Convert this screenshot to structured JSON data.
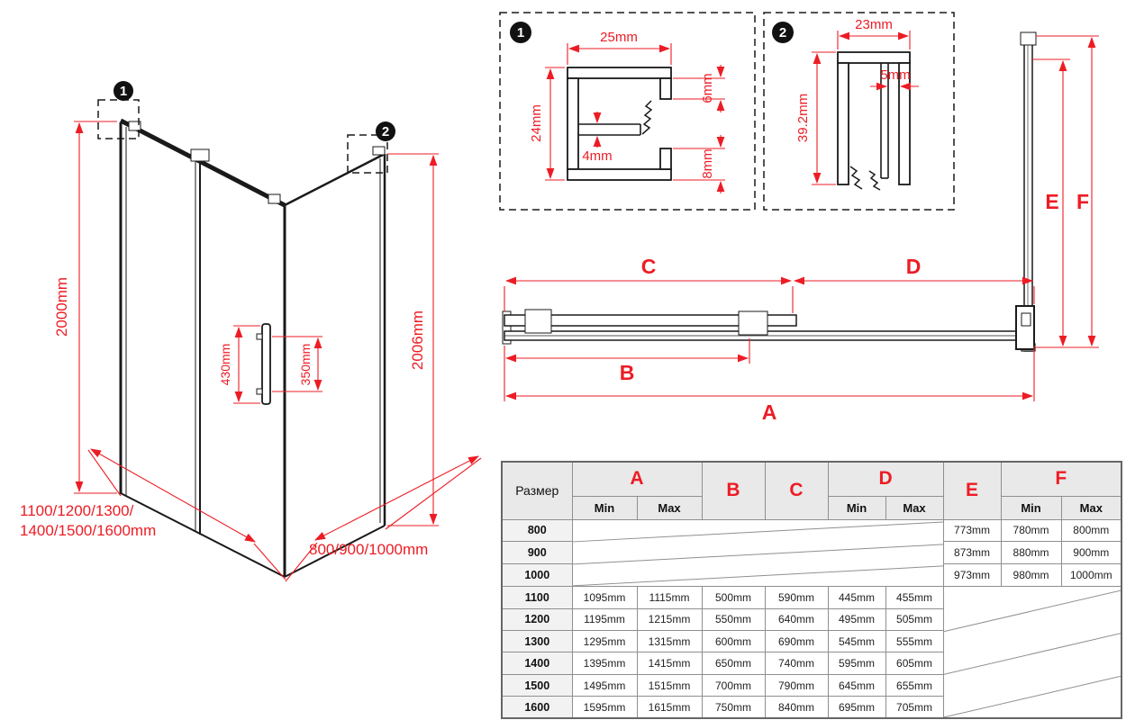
{
  "colors": {
    "dimension_red": "#ed1c24",
    "glass_blue": "#aee3f5",
    "glass_edge": "#1792c8",
    "line_black": "#1a1a1a",
    "table_border": "#8f8f8f",
    "header_bg": "#e9e9e9"
  },
  "iso": {
    "callout_1": "1",
    "callout_2": "2",
    "door_height": "2000mm",
    "panel_height": "2006mm",
    "handle_length": "430mm",
    "handle_holes": "350mm",
    "width_options_line1": "1100/1200/1300/",
    "width_options_line2": "1400/1500/1600mm",
    "depth_options": "800/900/1000mm"
  },
  "detail_1": {
    "badge": "1",
    "width": "25mm",
    "height": "24mm",
    "slot": "4mm",
    "lip_top": "6mm",
    "lip_bottom": "8mm"
  },
  "detail_2": {
    "badge": "2",
    "width": "23mm",
    "gap": "5mm",
    "height": "39.2mm"
  },
  "plan": {
    "dim_a": "A",
    "dim_b": "B",
    "dim_c": "C",
    "dim_d": "D"
  },
  "side_profile": {
    "dim_e": "E",
    "dim_f": "F"
  },
  "table": {
    "size_header": "Размер",
    "columns": [
      "A",
      "B",
      "C",
      "D",
      "E",
      "F"
    ],
    "min_label": "Min",
    "max_label": "Max",
    "rows": [
      {
        "size": "800",
        "e": "773mm",
        "f_min": "780mm",
        "f_max": "800mm"
      },
      {
        "size": "900",
        "e": "873mm",
        "f_min": "880mm",
        "f_max": "900mm"
      },
      {
        "size": "1000",
        "e": "973mm",
        "f_min": "980mm",
        "f_max": "1000mm"
      },
      {
        "size": "1100",
        "a_min": "1095mm",
        "a_max": "1115mm",
        "b": "500mm",
        "c": "590mm",
        "d_min": "445mm",
        "d_max": "455mm"
      },
      {
        "size": "1200",
        "a_min": "1195mm",
        "a_max": "1215mm",
        "b": "550mm",
        "c": "640mm",
        "d_min": "495mm",
        "d_max": "505mm"
      },
      {
        "size": "1300",
        "a_min": "1295mm",
        "a_max": "1315mm",
        "b": "600mm",
        "c": "690mm",
        "d_min": "545mm",
        "d_max": "555mm"
      },
      {
        "size": "1400",
        "a_min": "1395mm",
        "a_max": "1415mm",
        "b": "650mm",
        "c": "740mm",
        "d_min": "595mm",
        "d_max": "605mm"
      },
      {
        "size": "1500",
        "a_min": "1495mm",
        "a_max": "1515mm",
        "b": "700mm",
        "c": "790mm",
        "d_min": "645mm",
        "d_max": "655mm"
      },
      {
        "size": "1600",
        "a_min": "1595mm",
        "a_max": "1615mm",
        "b": "750mm",
        "c": "840mm",
        "d_min": "695mm",
        "d_max": "705mm"
      }
    ]
  }
}
